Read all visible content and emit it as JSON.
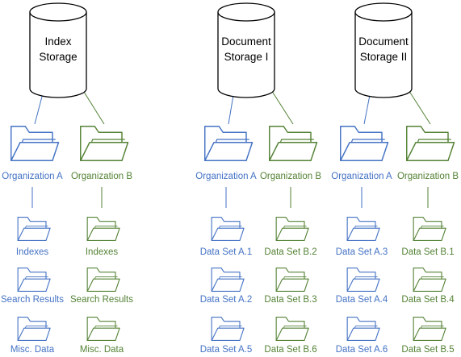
{
  "colors": {
    "org_a": "#4472c4",
    "org_b": "#548235",
    "line": "#000000"
  },
  "cylinders": [
    {
      "id": "index",
      "lines": [
        "Index",
        "Storage"
      ]
    },
    {
      "id": "doc1",
      "lines": [
        "Document",
        "Storage I"
      ]
    },
    {
      "id": "doc2",
      "lines": [
        "Document",
        "Storage II"
      ]
    }
  ],
  "groups": [
    {
      "cylinder": "index",
      "columns": [
        {
          "org": "a",
          "label": "Organization A",
          "children": [
            "Indexes",
            "Search Results",
            "Misc. Data"
          ]
        },
        {
          "org": "b",
          "label": "Organization B",
          "children": [
            "Indexes",
            "Search Results",
            "Misc. Data"
          ]
        }
      ]
    },
    {
      "cylinder": "doc1",
      "columns": [
        {
          "org": "a",
          "label": "Organization A",
          "children": [
            "Data Set A.1",
            "Data Set A.2",
            "Data Set A.5"
          ]
        },
        {
          "org": "b",
          "label": "Organization B",
          "children": [
            "Data Set B.2",
            "Data Set B.3",
            "Data Set B.6"
          ]
        }
      ]
    },
    {
      "cylinder": "doc2",
      "columns": [
        {
          "org": "a",
          "label": "Organization A",
          "children": [
            "Data Set A.3",
            "Data Set A.4",
            "Data Set A.6"
          ]
        },
        {
          "org": "b",
          "label": "Organization B",
          "children": [
            "Data Set B.1",
            "Data Set B.4",
            "Data Set B.5"
          ]
        }
      ]
    }
  ]
}
